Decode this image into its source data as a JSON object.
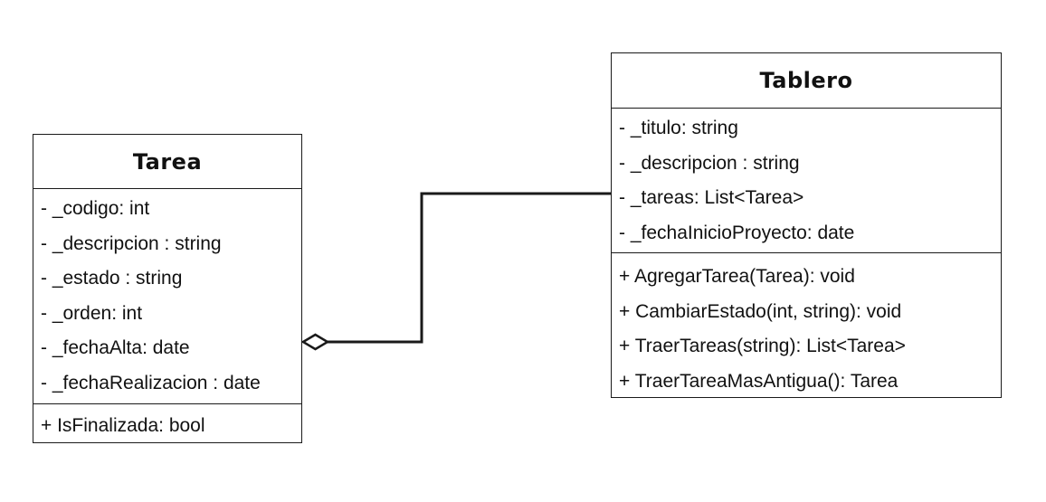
{
  "classes": {
    "tarea": {
      "name": "Tarea",
      "attributes": [
        "- _codigo: int",
        "- _descripcion : string",
        "- _estado : string",
        "- _orden: int",
        "- _fechaAlta: date",
        "- _fechaRealizacion : date"
      ],
      "operations": [
        "+ IsFinalizada: bool"
      ]
    },
    "tablero": {
      "name": "Tablero",
      "attributes": [
        "- _titulo: string",
        "-  _descripcion : string",
        "- _tareas: List<Tarea>",
        "- _fechaInicioProyecto: date"
      ],
      "operations": [
        "+ AgregarTarea(Tarea): void",
        "+ CambiarEstado(int, string): void",
        "+ TraerTareas(string): List<Tarea>",
        "+ TraerTareaMasAntigua(): Tarea"
      ]
    }
  },
  "relationships": [
    {
      "type": "aggregation",
      "whole": "Tarea",
      "part": "Tablero"
    }
  ],
  "colors": {
    "line": "#1a1a1a",
    "background": "#ffffff"
  }
}
